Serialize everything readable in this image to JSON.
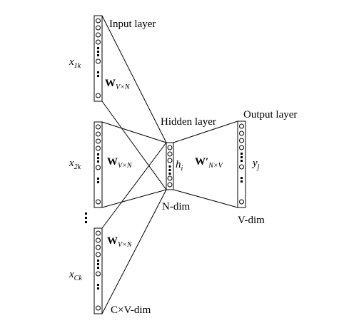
{
  "labels": {
    "input_layer": "Input layer",
    "hidden_layer": "Hidden layer",
    "output_layer": "Output layer",
    "n_dim": "N-dim",
    "v_dim": "V-dim",
    "cv_dim": "C×V-dim"
  },
  "inputs": [
    {
      "x": "x",
      "sub": "1k"
    },
    {
      "x": "x",
      "sub": "2k"
    },
    {
      "x": "x",
      "sub": "Ck"
    }
  ],
  "weights": {
    "input_w": "W",
    "input_sub": "V×N",
    "output_w": "W′",
    "output_sub": "N×V"
  },
  "hidden_var": {
    "h": "h",
    "sub": "i"
  },
  "output_var": {
    "y": "y",
    "sub": "j"
  },
  "ellipsis": "⋮"
}
